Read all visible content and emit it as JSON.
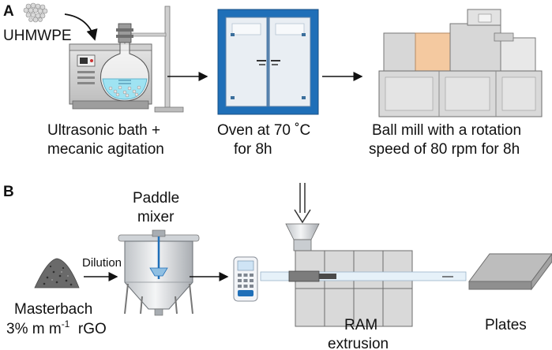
{
  "panels": {
    "a": "A",
    "b": "B"
  },
  "labels": {
    "uhmwpe": "UHMWPE",
    "ultrasonic_line1": "Ultrasonic bath +",
    "ultrasonic_line2": "mecanic agitation",
    "oven_line1": "Oven at 70 ˚C",
    "oven_line2": "for 8h",
    "ballmill_line1": "Ball mill with a rotation",
    "ballmill_line2": "speed of 80 rpm for 8h",
    "paddle_line1": "Paddle",
    "paddle_line2": "mixer",
    "dilution": "Dilution",
    "masterbatch_line1": "Masterbach",
    "masterbatch_line2_pre": "3% m m",
    "masterbatch_line2_sup": "-1",
    "masterbatch_line2_post": "  rGO",
    "ram_line1": "RAM",
    "ram_line2": "extrusion",
    "plates": "Plates"
  },
  "colors": {
    "oven_frame": "#1f6fb8",
    "oven_door": "#e9eef3",
    "bath_liquid": "#9fe3f2",
    "ballmill_accent": "#f4c9a0",
    "machine_grey": "#d7d7d7",
    "outline": "#555555"
  },
  "icons": [
    "uhmwpe-powder-icon",
    "ultrasonic-bath-icon",
    "oven-icon",
    "ball-mill-icon",
    "rgo-powder-icon",
    "paddle-mixer-icon",
    "controller-icon",
    "ram-extruder-icon",
    "plate-icon"
  ]
}
